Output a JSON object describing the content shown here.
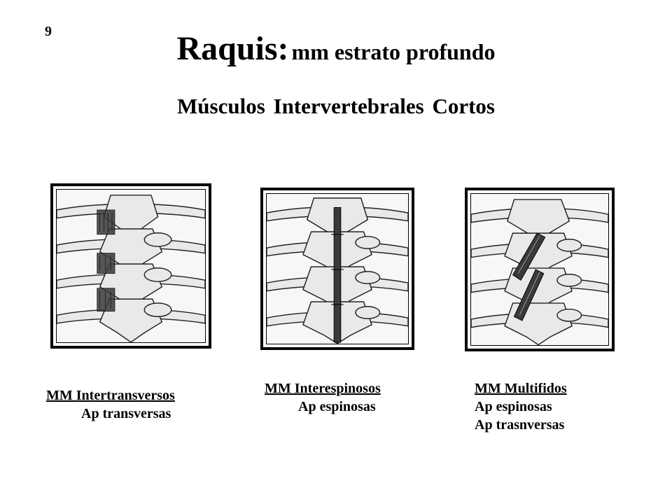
{
  "slide": {
    "number": "9",
    "title_main": "Raquis:",
    "title_sub": "mm estrato profundo",
    "subtitle": "Músculos Intervertebrales Cortos"
  },
  "panels": [
    {
      "icon": "spine-intertransverse-illustration",
      "caption": "MM Intertransversos",
      "lines": [
        "Ap transversas"
      ]
    },
    {
      "icon": "spine-interspinous-illustration",
      "caption": "MM Interespinosos",
      "lines": [
        "Ap espinosas"
      ]
    },
    {
      "icon": "spine-multifidus-illustration",
      "caption": "MM Multifidos",
      "lines": [
        "Ap espinosas",
        "Ap trasnversas"
      ]
    }
  ],
  "colors": {
    "background": "#ffffff",
    "text": "#000000",
    "bone": "#e9e9e9",
    "muscle": "#3a3a3a"
  }
}
